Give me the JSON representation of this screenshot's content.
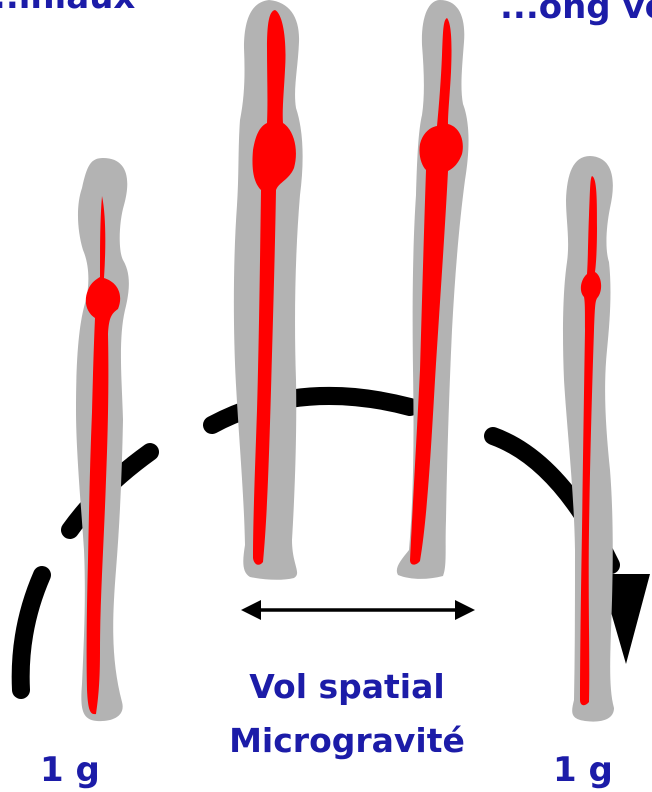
{
  "labels": {
    "top_left_partial": "...iniaux",
    "top_right_partial": "...ong vol",
    "center_line1": "Vol spatial",
    "center_line2": "Microgravité",
    "left_bottom": "1 g",
    "right_bottom": "1 g"
  },
  "colors": {
    "body_silhouette": "#b3b3b3",
    "fluid_column": "#ff0000",
    "text": "#1c1ca8",
    "arrow": "#000000"
  },
  "icons": {
    "silhouette": "human-silhouette-icon",
    "arrow_head": "arrow-head-icon",
    "double_arrow": "double-arrow-icon"
  }
}
